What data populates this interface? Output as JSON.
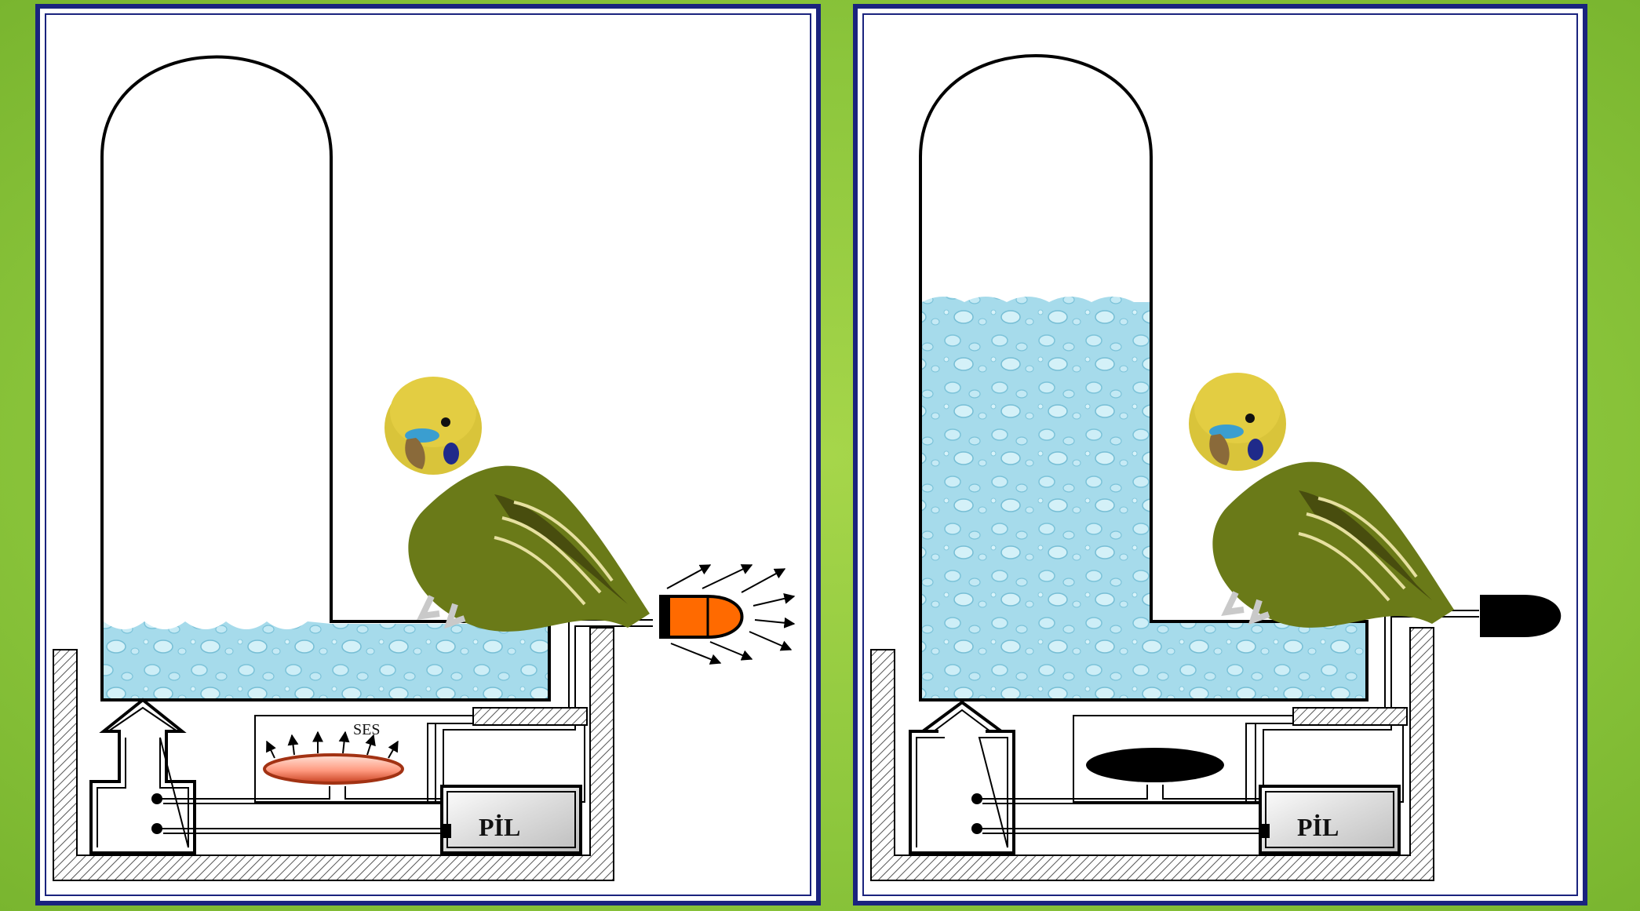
{
  "panels": [
    {
      "id": "left",
      "state": "low-water",
      "battery_label": "PİL",
      "buzzer_label": "SES",
      "led_state": "on",
      "buzzer_state": "sounding",
      "colors": {
        "led": "#ff6a00",
        "water": "#9fd8ea"
      }
    },
    {
      "id": "right",
      "state": "water-filled",
      "battery_label": "PİL",
      "led_state": "off",
      "buzzer_state": "silent",
      "colors": {
        "led": "#000000",
        "water": "#9fd8ea"
      }
    }
  ]
}
